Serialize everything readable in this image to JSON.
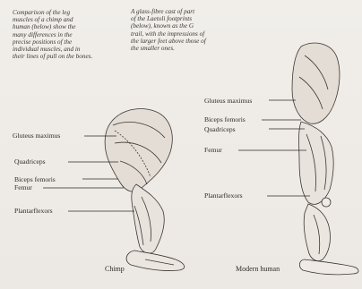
{
  "captions": {
    "left": "Comparison of the leg\nmuscles of a chimp and\nhuman (below) show the\nmany differences in the\nprecise positions of the\nindividual muscles, and in\ntheir lines of pull on the bones.",
    "right": "A glass-fibre cast of part\nof the Laetoli footprints\n(below), known as the G\ntrail, with the impressions of\nthe larger feet above those of\nthe smaller ones."
  },
  "chimp": {
    "title": "Chimp",
    "labels": {
      "gluteus": "Gluteus maximus",
      "quadriceps": "Quadriceps",
      "biceps": "Biceps femoris",
      "femur": "Femur",
      "plantar": "Plantarflexors"
    }
  },
  "human": {
    "title": "Modern human",
    "labels": {
      "gluteus": "Gluteus maximus",
      "biceps": "Biceps femoris",
      "quadriceps": "Quadriceps",
      "femur": "Femur",
      "plantar": "Plantarflexors"
    }
  }
}
